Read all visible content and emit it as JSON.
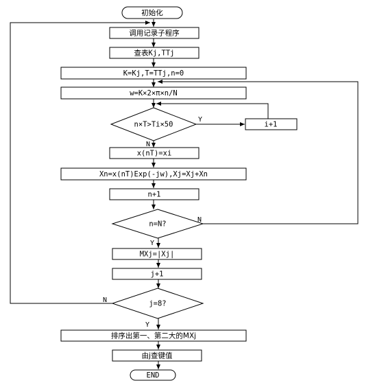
{
  "flowchart": {
    "start": "初始化",
    "steps": {
      "call_record": "调用记录子程序",
      "lookup": "查表Kj,TTj",
      "assign": "K=Kj,T=TTj,n=0",
      "w_calc": "w=K×2×π×n/N",
      "cond_ti": "n×T>Ti×50",
      "i_inc": "i+1",
      "x_assign": "x(nT)=xi",
      "xn_calc": "Xn=x(nT)Exp(-jw),Xj=Xj+Xn",
      "n_inc": "n+1",
      "cond_n": "n=N?",
      "mxj": "MXj=|Xj|",
      "j_inc": "j+1",
      "cond_j": "j=8?",
      "sort": "排序出第一、第二大的MXj",
      "lookup_key": "由j查键值"
    },
    "end": "END",
    "branch_labels": {
      "ti_yes": "Y",
      "ti_no": "N",
      "n_yes": "Y",
      "n_no": "N",
      "j_yes": "Y",
      "j_no": "N"
    }
  }
}
